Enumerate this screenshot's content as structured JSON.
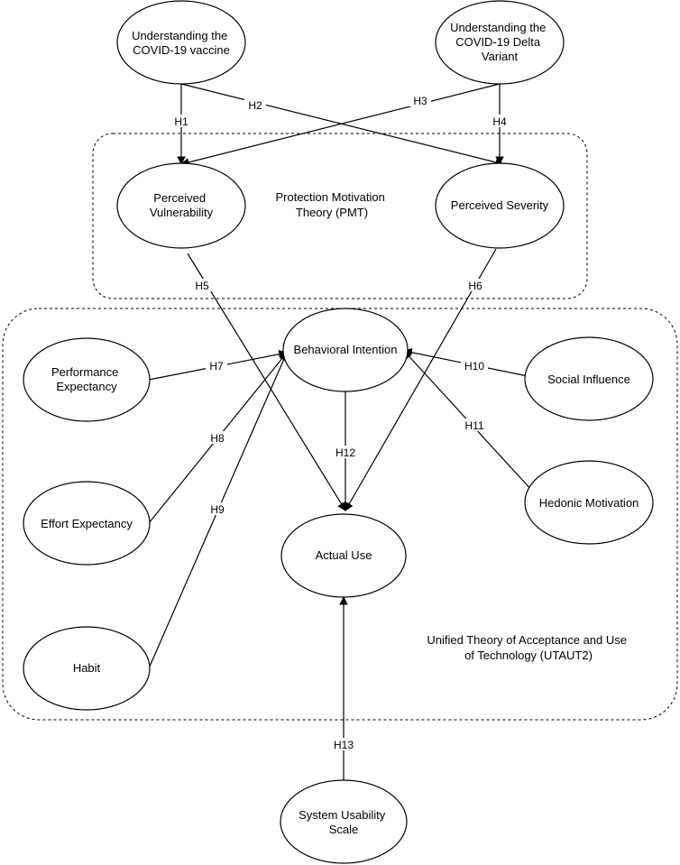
{
  "groups": {
    "pmt": {
      "lines": [
        "Protection Motivation",
        "Theory (PMT)"
      ]
    },
    "utaut": {
      "lines": [
        "Unified Theory of Acceptance and Use",
        "of Technology (UTAUT2)"
      ]
    }
  },
  "nodes": {
    "vaccine": [
      "Understanding the",
      "COVID-19 vaccine"
    ],
    "delta": [
      "Understanding the",
      "COVID-19 Delta",
      "Variant"
    ],
    "vulnerability": [
      "Perceived",
      "Vulnerability"
    ],
    "severity": [
      "Perceived Severity"
    ],
    "performance": [
      "Performance",
      "Expectancy"
    ],
    "intention": [
      "Behavioral Intention"
    ],
    "social": [
      "Social Influence"
    ],
    "effort": [
      "Effort Expectancy"
    ],
    "hedonic": [
      "Hedonic Motivation"
    ],
    "actual": [
      "Actual Use"
    ],
    "habit": [
      "Habit"
    ],
    "sus": [
      "System Usability",
      "Scale"
    ]
  },
  "edges": [
    {
      "id": "h1",
      "label": "H1",
      "from": "Understanding the COVID-19 vaccine",
      "to": "Perceived Vulnerability"
    },
    {
      "id": "h2",
      "label": "H2",
      "from": "Understanding the COVID-19 vaccine",
      "to": "Perceived Severity"
    },
    {
      "id": "h3",
      "label": "H3",
      "from": "Understanding the COVID-19 Delta Variant",
      "to": "Perceived Vulnerability"
    },
    {
      "id": "h4",
      "label": "H4",
      "from": "Understanding the COVID-19 Delta Variant",
      "to": "Perceived Severity"
    },
    {
      "id": "h5",
      "label": "H5",
      "from": "Perceived Vulnerability",
      "to": "Actual Use"
    },
    {
      "id": "h6",
      "label": "H6",
      "from": "Perceived Severity",
      "to": "Actual Use"
    },
    {
      "id": "h7",
      "label": "H7",
      "from": "Performance Expectancy",
      "to": "Behavioral Intention"
    },
    {
      "id": "h8",
      "label": "H8",
      "from": "Effort Expectancy",
      "to": "Behavioral Intention"
    },
    {
      "id": "h9",
      "label": "H9",
      "from": "Habit",
      "to": "Behavioral Intention"
    },
    {
      "id": "h10",
      "label": "H10",
      "from": "Social Influence",
      "to": "Behavioral Intention"
    },
    {
      "id": "h11",
      "label": "H11",
      "from": "Hedonic Motivation",
      "to": "Behavioral Intention"
    },
    {
      "id": "h12",
      "label": "H12",
      "from": "Behavioral Intention",
      "to": "Actual Use"
    },
    {
      "id": "h13",
      "label": "H13",
      "from": "System Usability Scale",
      "to": "Actual Use"
    }
  ]
}
